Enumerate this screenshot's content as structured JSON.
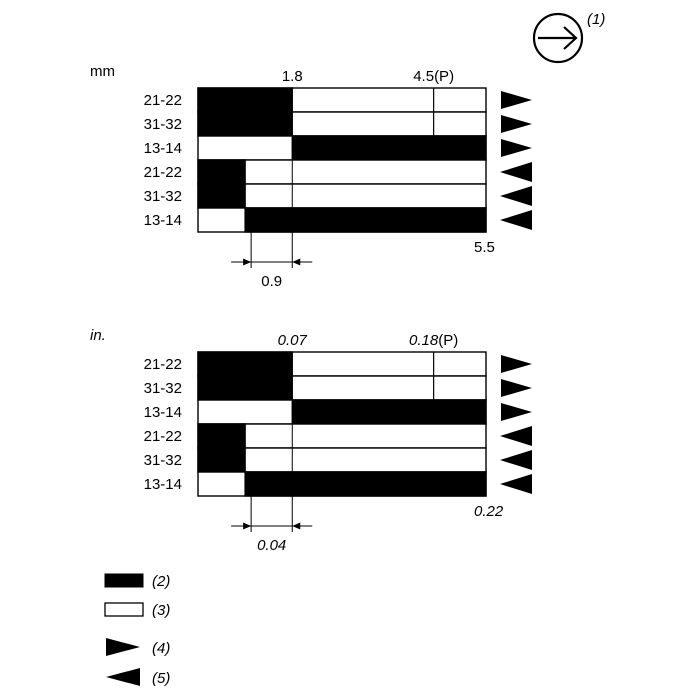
{
  "direction_symbol": {
    "icon": "arrow-right-circle-icon",
    "callout": "(1)"
  },
  "panels": [
    {
      "id": "mm",
      "unit": "mm",
      "italic": false,
      "rows": [
        {
          "label": "21-22",
          "closed_from": 0,
          "closed_to": 1.8,
          "direction": "right"
        },
        {
          "label": "31-32",
          "closed_from": 0,
          "closed_to": 1.8,
          "direction": "right"
        },
        {
          "label": "13-14",
          "closed_from": 1.8,
          "closed_to": 5.5,
          "direction": "right"
        },
        {
          "label": "21-22",
          "closed_from": 0,
          "closed_to": 0.9,
          "direction": "left"
        },
        {
          "label": "31-32",
          "closed_from": 0,
          "closed_to": 0.9,
          "direction": "left"
        },
        {
          "label": "13-14",
          "closed_from": 0.9,
          "closed_to": 5.5,
          "direction": "left"
        }
      ],
      "travel_max": 5.5,
      "switch_point": 1.8,
      "switch_point_label": "1.8",
      "positive_opening": 4.5,
      "positive_opening_value": "4.5",
      "positive_opening_suffix": "(P)",
      "max_travel_label": "5.5",
      "return_point": 0.9,
      "return_point_label": "0.9"
    },
    {
      "id": "in",
      "unit": "in.",
      "italic": true,
      "rows": [
        {
          "label": "21-22",
          "closed_from": 0,
          "closed_to": 1.8,
          "direction": "right"
        },
        {
          "label": "31-32",
          "closed_from": 0,
          "closed_to": 1.8,
          "direction": "right"
        },
        {
          "label": "13-14",
          "closed_from": 1.8,
          "closed_to": 5.5,
          "direction": "right"
        },
        {
          "label": "21-22",
          "closed_from": 0,
          "closed_to": 0.9,
          "direction": "left"
        },
        {
          "label": "31-32",
          "closed_from": 0,
          "closed_to": 0.9,
          "direction": "left"
        },
        {
          "label": "13-14",
          "closed_from": 0.9,
          "closed_to": 5.5,
          "direction": "left"
        }
      ],
      "travel_max": 5.5,
      "switch_point": 1.8,
      "switch_point_label": "0.07",
      "positive_opening": 4.5,
      "positive_opening_value": "0.18",
      "positive_opening_suffix": "(P)",
      "max_travel_label": "0.22",
      "return_point": 0.9,
      "return_point_label": "0.04"
    }
  ],
  "legend": [
    {
      "kind": "filled-rect",
      "label": "(2)"
    },
    {
      "kind": "empty-rect",
      "label": "(3)"
    },
    {
      "kind": "triangle-right",
      "label": "(4)"
    },
    {
      "kind": "triangle-left",
      "label": "(5)"
    }
  ],
  "colors": {
    "ink": "#000000",
    "paper": "#ffffff"
  }
}
